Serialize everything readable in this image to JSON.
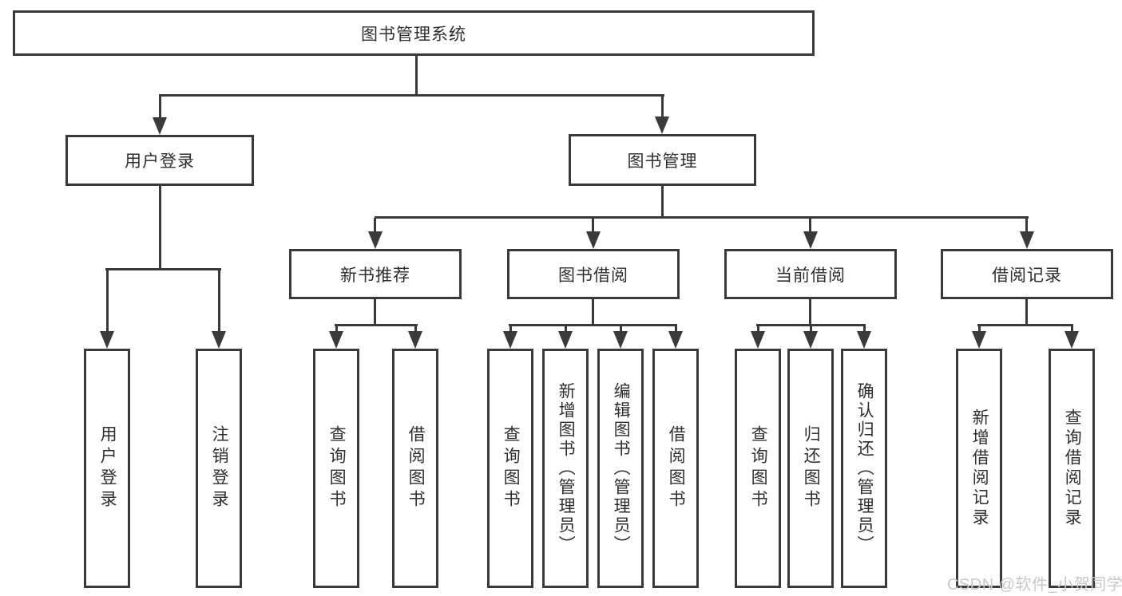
{
  "diagram_title": "图书管理系统",
  "nodes": {
    "root": {
      "label": "图书管理系统"
    },
    "user_login": {
      "label": "用户登录"
    },
    "book_management": {
      "label": "图书管理"
    },
    "new_book_rec": {
      "label": "新书推荐"
    },
    "book_borrow": {
      "label": "图书借阅"
    },
    "current_borrow": {
      "label": "当前借阅"
    },
    "borrow_records": {
      "label": "借阅记录"
    },
    "leaf_user_login": {
      "label": "用户登录"
    },
    "leaf_logout": {
      "label": "注销登录"
    },
    "leaf_rec_query_books": {
      "label": "查询图书"
    },
    "leaf_rec_borrow_books": {
      "label": "借阅图书"
    },
    "leaf_bb_query_books": {
      "label": "查询图书"
    },
    "leaf_bb_add_books": {
      "label": "新增图书（管理员）"
    },
    "leaf_bb_edit_books": {
      "label": "编辑图书（管理员）"
    },
    "leaf_bb_borrow_books": {
      "label": "借阅图书"
    },
    "leaf_cb_query_books": {
      "label": "查询图书"
    },
    "leaf_cb_return_books": {
      "label": "归还图书"
    },
    "leaf_cb_confirm_return": {
      "label": "确认归还（管理员）"
    },
    "leaf_br_add_record": {
      "label": "新增借阅记录"
    },
    "leaf_br_query_record": {
      "label": "查询借阅记录"
    }
  },
  "watermark": {
    "text": "CSDN @软件_小贺同学"
  },
  "colors": {
    "background": "#ffffff",
    "line": "#3a3a3a",
    "text": "#2e2e2e",
    "watermark": "#c8c8c8"
  }
}
